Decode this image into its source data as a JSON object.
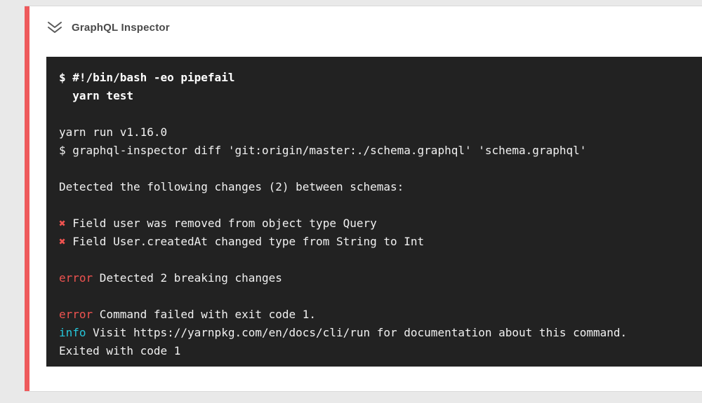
{
  "page": {
    "background": "#e9e9e9"
  },
  "card": {
    "accent_color": "#ee5a5c",
    "header": {
      "icon": "double-chevron-down-icon",
      "title": "GraphQL Inspector"
    }
  },
  "terminal": {
    "background": "#222222",
    "text_color": "#f1f1f1",
    "error_color": "#ef5350",
    "info_color": "#26c6da",
    "lines": [
      {
        "segments": [
          {
            "text": "$ #!/bin/bash -eo pipefail",
            "bold": true
          }
        ]
      },
      {
        "segments": [
          {
            "text": "  yarn test",
            "bold": true
          }
        ]
      },
      {
        "segments": []
      },
      {
        "segments": [
          {
            "text": "yarn run v1.16.0"
          }
        ]
      },
      {
        "segments": [
          {
            "text": "$ graphql-inspector diff 'git:origin/master:./schema.graphql' 'schema.graphql'"
          }
        ]
      },
      {
        "segments": []
      },
      {
        "segments": [
          {
            "text": "Detected the following changes (2) between schemas:"
          }
        ]
      },
      {
        "segments": []
      },
      {
        "segments": [
          {
            "text": "✖",
            "color": "error"
          },
          {
            "text": " Field user was removed from object type Query"
          }
        ]
      },
      {
        "segments": [
          {
            "text": "✖",
            "color": "error"
          },
          {
            "text": " Field User.createdAt changed type from String to Int"
          }
        ]
      },
      {
        "segments": []
      },
      {
        "segments": [
          {
            "text": "error",
            "color": "error"
          },
          {
            "text": " Detected 2 breaking changes"
          }
        ]
      },
      {
        "segments": []
      },
      {
        "segments": [
          {
            "text": "error",
            "color": "error"
          },
          {
            "text": " Command failed with exit code 1."
          }
        ]
      },
      {
        "segments": [
          {
            "text": "info",
            "color": "info"
          },
          {
            "text": " Visit https://yarnpkg.com/en/docs/cli/run for documentation about this command."
          }
        ]
      },
      {
        "segments": [
          {
            "text": "Exited with code 1"
          }
        ]
      }
    ]
  }
}
